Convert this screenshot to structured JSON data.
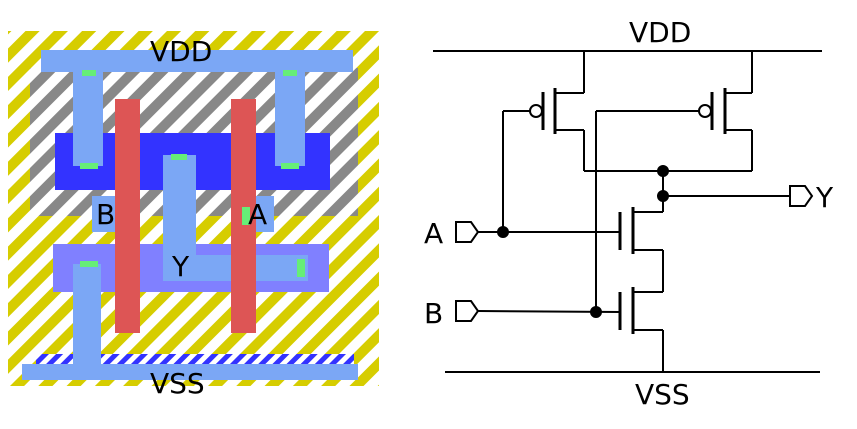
{
  "layout": {
    "labels": {
      "vdd": "VDD",
      "vss": "VSS",
      "a": "A",
      "b": "B",
      "y": "Y"
    },
    "colors": {
      "stripe_yellow": "#d6cd00",
      "stripe_gray": "#888888",
      "poly_red": "#dd5555",
      "metal_blue": "#7ba7f5",
      "ndiff_blue": "#3333ff",
      "pdiff_violet": "#8080ff",
      "contact_green": "#66ee77"
    }
  },
  "schematic": {
    "labels": {
      "vdd": "VDD",
      "vss": "VSS",
      "a": "A",
      "b": "B",
      "y": "Y"
    }
  }
}
